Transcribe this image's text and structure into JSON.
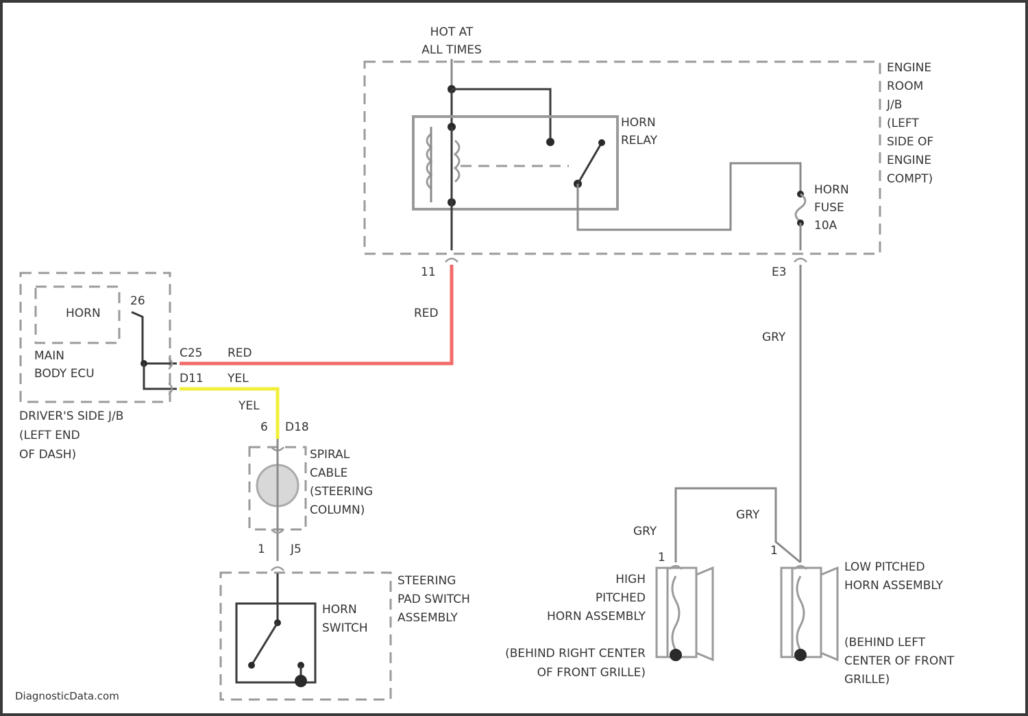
{
  "labels": {
    "hot_at_all_times": [
      "HOT AT",
      "ALL TIMES"
    ],
    "engine_room_jb": [
      "ENGINE",
      "ROOM",
      "J/B",
      "(LEFT",
      "SIDE OF",
      "ENGINE",
      "COMPT)"
    ],
    "horn_relay": [
      "HORN",
      "RELAY"
    ],
    "horn_fuse": [
      "HORN",
      "FUSE",
      "10A"
    ],
    "pin_e11": "11",
    "pin_e3": "E3",
    "horn_ecu": "HORN",
    "pin_26": "26",
    "main_body_ecu": [
      "MAIN",
      "BODY ECU"
    ],
    "conn_c25": "C25",
    "conn_d11": "D11",
    "drivers_side_jb": [
      "DRIVER'S SIDE J/B",
      "(LEFT END",
      "OF DASH)"
    ],
    "conn_d18_pin": "6",
    "conn_d18": "D18",
    "spiral_cable": [
      "SPIRAL",
      "CABLE",
      "(STEERING",
      "COLUMN)"
    ],
    "conn_j5_pin": "1",
    "conn_j5": "J5",
    "steering_pad": [
      "STEERING",
      "PAD SWITCH",
      "ASSEMBLY"
    ],
    "horn_switch": [
      "HORN",
      "SWITCH"
    ],
    "high_horn": [
      "HIGH",
      "PITCHED",
      "HORN ASSEMBLY"
    ],
    "high_horn_location": [
      "(BEHIND RIGHT CENTER",
      "OF FRONT GRILLE)"
    ],
    "low_horn": [
      "LOW PITCHED",
      "HORN ASSEMBLY"
    ],
    "low_horn_location": [
      "(BEHIND LEFT",
      "CENTER OF FRONT",
      "GRILLE)"
    ],
    "high_horn_pin": "1",
    "low_horn_pin": "1",
    "watermark": "DiagnosticData.com"
  },
  "wires": {
    "red_vertical": "RED",
    "red_horizontal": "RED",
    "yel_horizontal": "YEL",
    "yel_vertical": "YEL",
    "gry_vertical": "GRY",
    "gry_high": "GRY",
    "gry_low": "GRY"
  },
  "colors": {
    "red_wire": "#f26a6a",
    "yel_wire": "#f2ef3c",
    "gry_wire": "#8a8a8a"
  }
}
